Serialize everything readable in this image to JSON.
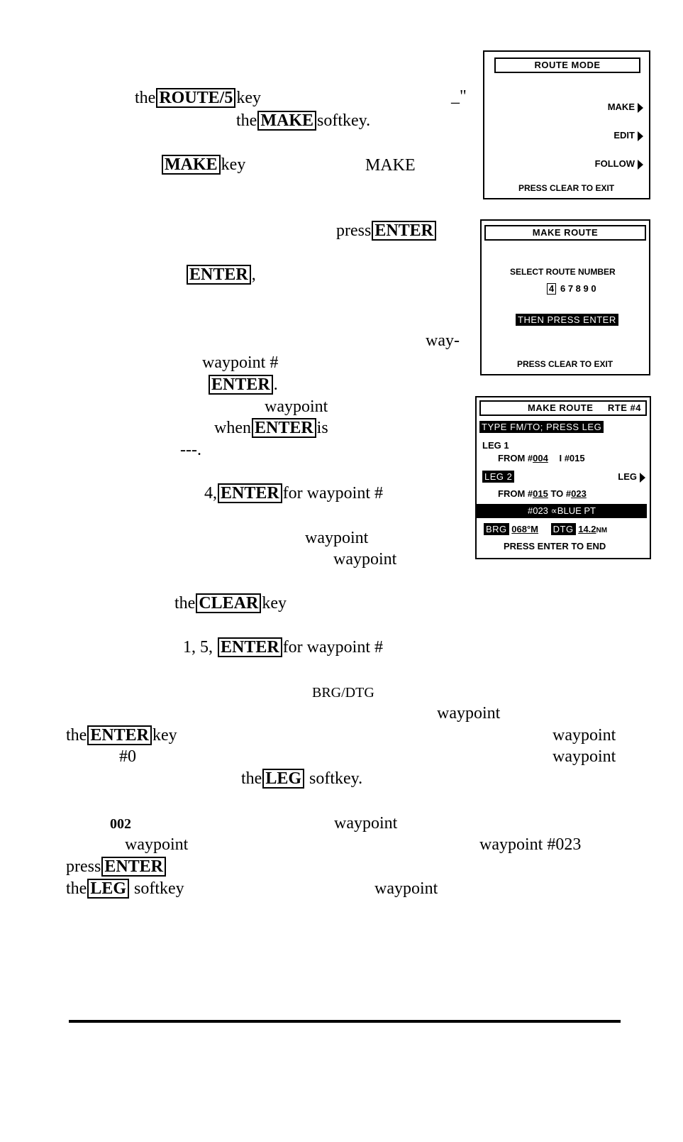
{
  "text": {
    "l1_the": "the",
    "l1_key": "ROUTE/5",
    "l1_after": "key",
    "l1_mark": "_\"",
    "l2_the": "the",
    "l2_key": "MAKE",
    "l2_after": "softkey.",
    "l3_key": "MAKE",
    "l3_after": "key",
    "l3_make": "MAKE",
    "l4_press": "press",
    "l4_key": "ENTER",
    "l5_key": "ENTER",
    "l5_after": ",",
    "l6_way": "way-",
    "l7_wp": "waypoint #",
    "l8_key": "ENTER",
    "l8_after": ".",
    "l9_wp": "waypoint",
    "l10_when": "when",
    "l10_key": "ENTER",
    "l10_after": "is",
    "l11_dash": "---.",
    "l12_pre": "4,",
    "l12_key": "ENTER",
    "l12_after": "for waypoint #",
    "l13_wp": "waypoint",
    "l14_wp": "waypoint",
    "l15_the": "the",
    "l15_key": "CLEAR",
    "l15_after": "key",
    "l16_pre": "1, 5,",
    "l16_key": "ENTER",
    "l16_after": "for waypoint #",
    "l17_brgdtg": "BRG/DTG",
    "l18_wp": "waypoint",
    "l19_the": "the",
    "l19_key": "ENTER",
    "l19_after": "key",
    "l19_wp": "waypoint",
    "l20_num": "#0",
    "l20_wp": "waypoint",
    "l21_the": "the",
    "l21_key": "LEG",
    "l21_after": "softkey.",
    "l22_num": "002",
    "l22_wp": "waypoint",
    "l23_wp": "waypoint",
    "l23_wp2": "waypoint #023",
    "l24_press": "press",
    "l24_key": "ENTER",
    "l25_the": "the",
    "l25_key": "LEG",
    "l25_after": "softkey",
    "l25_wp": "waypoint"
  },
  "screen1": {
    "title": "ROUTE MODE",
    "make": "MAKE",
    "edit": "EDIT",
    "follow": "FOLLOW",
    "footer": "PRESS CLEAR TO EXIT"
  },
  "screen2": {
    "title": "MAKE ROUTE",
    "select": "SELECT ROUTE NUMBER",
    "digit_selected": "4",
    "digits": "6 7 8 9 0",
    "then": "THEN PRESS ENTER",
    "footer": "PRESS CLEAR TO EXIT"
  },
  "screen3": {
    "title": "MAKE ROUTE",
    "rte": "RTE #4",
    "prompt": "TYPE FM/TO; PRESS LEG",
    "leg1": "LEG 1",
    "from1_label": "FROM #",
    "from1_val": "004",
    "to1_sep": "I",
    "to1_val": "#015",
    "leg2": "LEG 2",
    "leg_softkey": "LEG",
    "from2_label": "FROM #",
    "from2_val": "015",
    "to2_label": "TO #",
    "to2_val": "023",
    "wp_name": "#023 ∝BLUE PT",
    "brg_label": "BRG",
    "brg_val": "068°M",
    "dtg_label": "DTG",
    "dtg_val": "14.2",
    "dtg_unit": "NM",
    "footer": "PRESS ENTER TO END"
  },
  "colors": {
    "ink": "#000000",
    "paper": "#ffffff"
  }
}
